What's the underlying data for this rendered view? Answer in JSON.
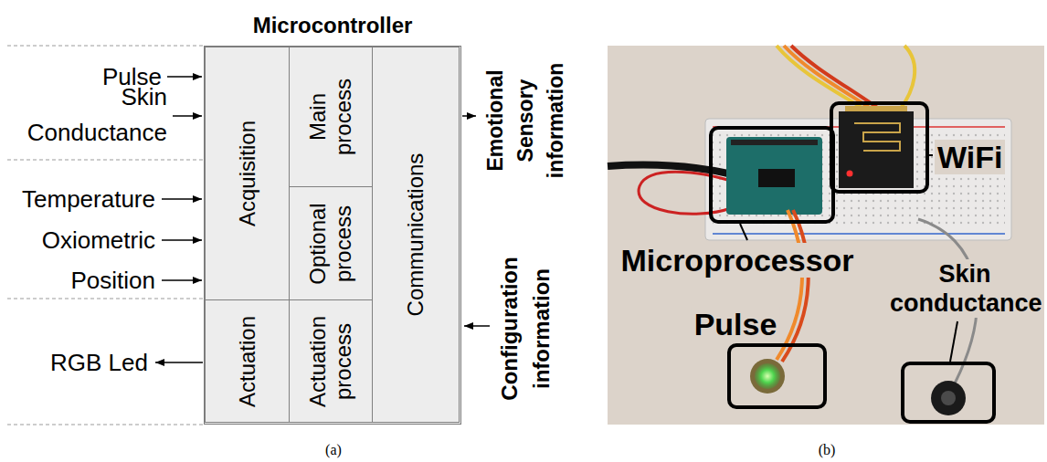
{
  "diagram": {
    "nodes": [
      {
        "text": [
          "Microcontroller"
        ]
      },
      {
        "text": [
          "Acquisition"
        ],
        "in": 0
      },
      {
        "text": [
          "Main process"
        ],
        "in": 0
      },
      {
        "text": [
          "Optional process"
        ],
        "in": 0
      },
      {
        "text": [
          "Communications"
        ],
        "in": 0
      },
      {
        "text": [
          "Actuation"
        ],
        "in": 0
      },
      {
        "text": [
          "Actuation process"
        ],
        "in": 0
      }
    ],
    "labels": [
      "Pulse",
      "Skin Conductance",
      "Temperature",
      "Oxiometric",
      "Position",
      "RGB Led",
      "Emotional Sensory information",
      "Configuration information",
      "WiFi",
      "Microprocessor",
      "Pulse",
      "Skin conductance",
      "(a)",
      "(b)"
    ]
  }
}
